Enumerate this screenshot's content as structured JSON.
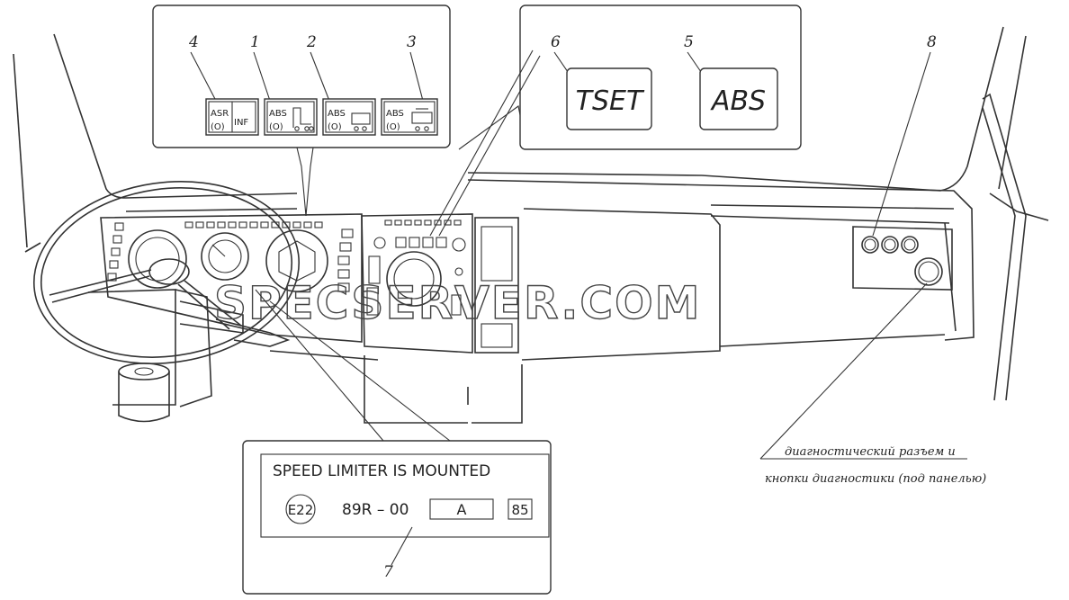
{
  "callouts": {
    "c1": "1",
    "c2": "2",
    "c3": "3",
    "c4": "4",
    "c5": "5",
    "c6": "6",
    "c7": "7",
    "c8": "8"
  },
  "indicators": {
    "asr": "ASR",
    "inf": "INF",
    "abs": "ABS"
  },
  "lamps": {
    "tset": "TSET",
    "abs_big": "ABS"
  },
  "plate": {
    "heading": "SPEED LIMITER IS MOUNTED",
    "mark": "E22",
    "regulation": "89R – 00",
    "code": "A",
    "speed": "85"
  },
  "note": {
    "line1": "диагностический разъем и",
    "line2": "кнопки диагностики (под панелью)"
  },
  "watermark": "SPECSERVER.COM"
}
